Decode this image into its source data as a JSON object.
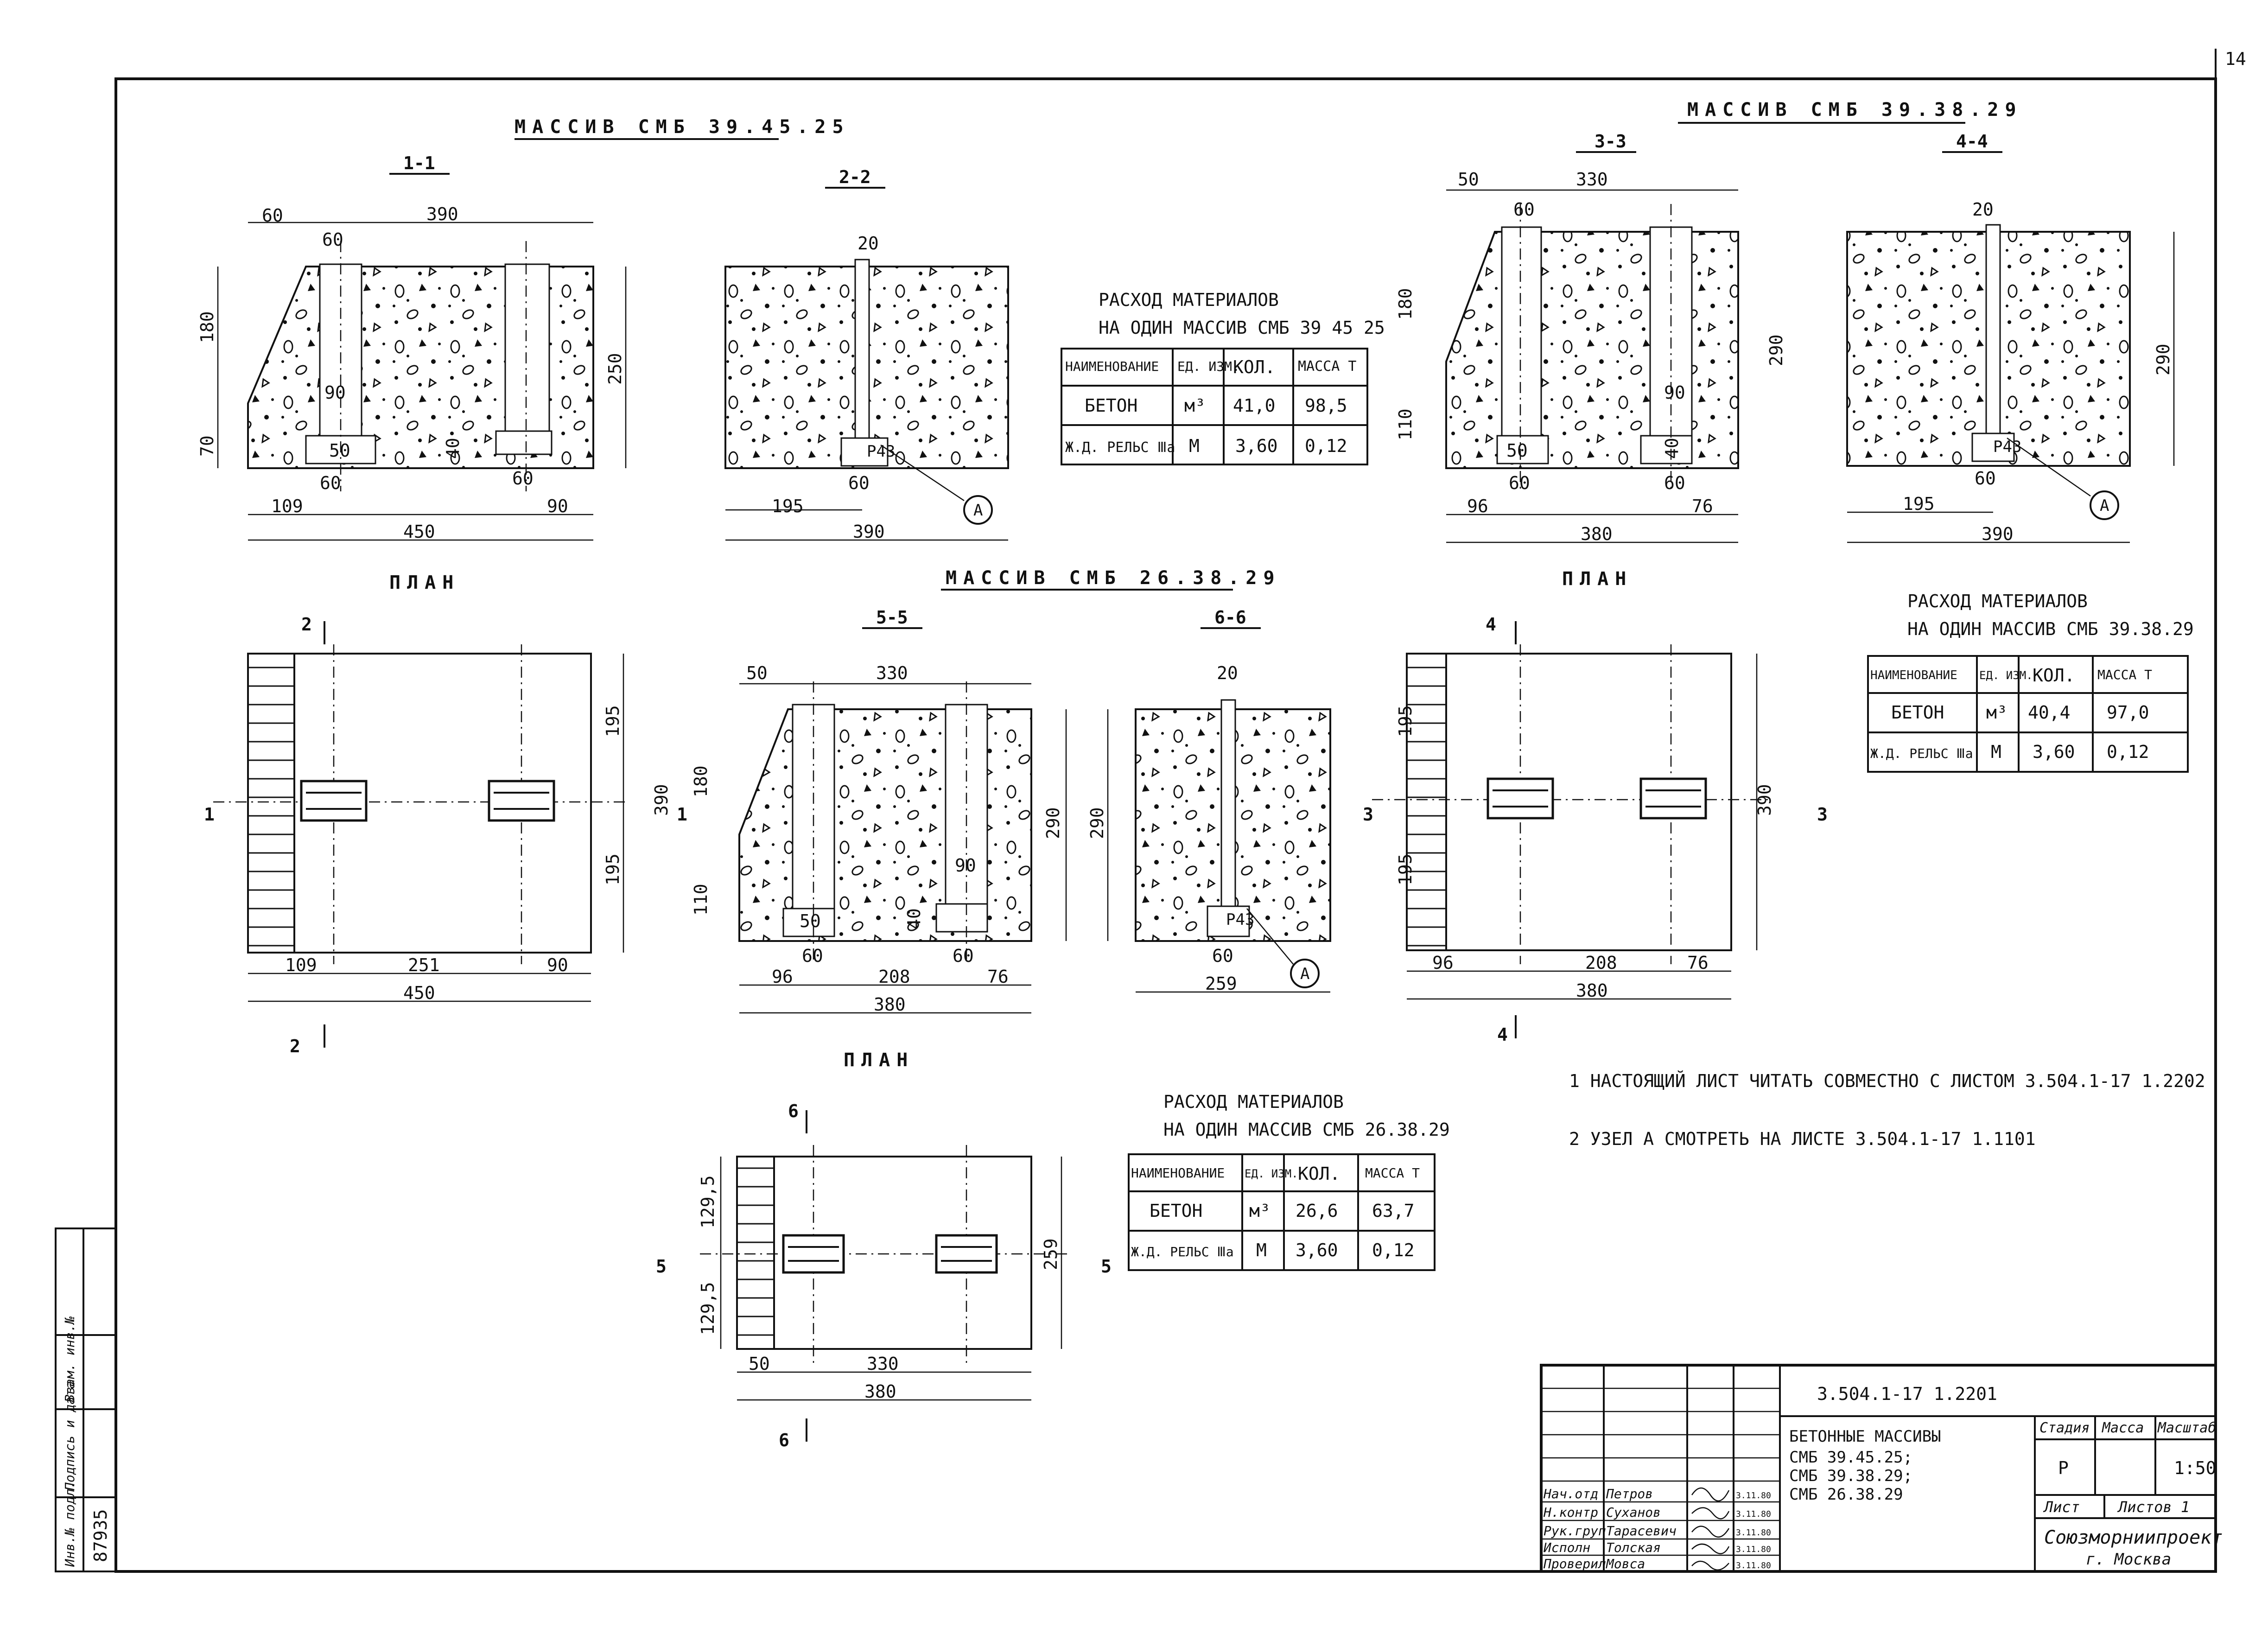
{
  "sheet_number": "14",
  "headings": {
    "massiv_1": "МАССИВ  СМБ 39.45.25",
    "massiv_2": "МАССИВ  СМБ 39.38.29",
    "massiv_3": "МАССИВ  СМБ 26.38.29",
    "plan": "ПЛАН"
  },
  "sections": {
    "s11": "1-1",
    "s22": "2-2",
    "s33": "3-3",
    "s44": "4-4",
    "s55": "5-5",
    "s66": "6-6"
  },
  "cut_marks": [
    "1",
    "2",
    "3",
    "4",
    "5",
    "6"
  ],
  "node_label": "А",
  "rail_label": "Р43",
  "dims": {
    "d11": [
      "60",
      "390",
      "60",
      "180",
      "70",
      "250",
      "90",
      "50",
      "40",
      "60",
      "60",
      "109",
      "90",
      "450"
    ],
    "d22": [
      "20",
      "60",
      "195",
      "390"
    ],
    "d33": [
      "50",
      "330",
      "60",
      "180",
      "110",
      "290",
      "90",
      "50",
      "40",
      "60",
      "60",
      "96",
      "76",
      "380"
    ],
    "d44": [
      "20",
      "290",
      "60",
      "195",
      "390"
    ],
    "plan1": [
      "195",
      "390",
      "195",
      "109",
      "251",
      "90",
      "450"
    ],
    "d55": [
      "50",
      "330",
      "180",
      "110",
      "290",
      "90",
      "50",
      "40",
      "60",
      "60",
      "96",
      "208",
      "76",
      "380"
    ],
    "d66": [
      "20",
      "290",
      "60",
      "259"
    ],
    "plan2": [
      "195",
      "390",
      "195",
      "96",
      "208",
      "76",
      "380"
    ],
    "plan3": [
      "129,5",
      "259",
      "129,5",
      "50",
      "330",
      "380"
    ]
  },
  "material_tables": [
    {
      "title_line1": "РАСХОД МАТЕРИАЛОВ",
      "title_line2": "НА ОДИН МАССИВ СМБ 39 45 25",
      "headers": [
        "НАИМЕНОВАНИЕ",
        "ЕД. ИЗМ.",
        "КОЛ.",
        "МАССА Т"
      ],
      "rows": [
        [
          "БЕТОН",
          "м³",
          "41,0",
          "98,5"
        ],
        [
          "Ж.Д. РЕЛЬС Ⅲа",
          "М",
          "3,60",
          "0,12"
        ]
      ]
    },
    {
      "title_line1": "РАСХОД МАТЕРИАЛОВ",
      "title_line2": "НА ОДИН МАССИВ СМБ 39.38.29",
      "headers": [
        "НАИМЕНОВАНИЕ",
        "ЕД. ИЗМ.",
        "КОЛ.",
        "МАССА Т"
      ],
      "rows": [
        [
          "БЕТОН",
          "м³",
          "40,4",
          "97,0"
        ],
        [
          "Ж.Д. РЕЛЬС Ⅲа",
          "М",
          "3,60",
          "0,12"
        ]
      ]
    },
    {
      "title_line1": "РАСХОД МАТЕРИАЛОВ",
      "title_line2": "НА ОДИН МАССИВ СМБ 26.38.29",
      "headers": [
        "НАИМЕНОВАНИЕ",
        "ЕД. ИЗМ.",
        "КОЛ.",
        "МАССА Т"
      ],
      "rows": [
        [
          "БЕТОН",
          "м³",
          "26,6",
          "63,7"
        ],
        [
          "Ж.Д. РЕЛЬС Ⅲа",
          "М",
          "3,60",
          "0,12"
        ]
      ]
    }
  ],
  "notes": [
    "1  НАСТОЯЩИЙ  ЛИСТ  ЧИТАТЬ  СОВМЕСТНО  С  ЛИСТОМ 3.504.1-17 1.2202",
    "2  УЗЕЛ  А  СМОТРЕТЬ  НА  ЛИСТЕ 3.504.1-17 1.1101"
  ],
  "title_block": {
    "code": "3.504.1-17 1.2201",
    "title_lines": [
      "БЕТОННЫЕ МАССИВЫ",
      "СМБ 39.45.25;",
      "СМБ 39.38.29;",
      "СМБ 26.38.29"
    ],
    "stage_header": "Стадия",
    "mass_header": "Масса",
    "scale_header": "Масштаб",
    "stage": "Р",
    "scale": "1:50",
    "sheet_label": "Лист",
    "sheets_label": "Листов 1",
    "org_line1": "Союзморниипроект",
    "org_line2": "г. Москва",
    "staff": [
      {
        "role": "Нач.отд",
        "name": "Петров",
        "date": "3.11.80"
      },
      {
        "role": "Н.контр",
        "name": "Суханов",
        "date": "3.11.80"
      },
      {
        "role": "Рук.груп",
        "name": "Тарасевич",
        "date": "3.11.80"
      },
      {
        "role": "Исполн",
        "name": "Толская",
        "date": "3.11.80"
      },
      {
        "role": "Проверил",
        "name": "Мовса",
        "date": "3.11.80"
      }
    ]
  },
  "side_stamp": {
    "inv_label": "Инв.№ подл.",
    "sign_label": "Подпись и дата",
    "replace_label": "Взам. инв.№",
    "inv_number": "87935"
  }
}
